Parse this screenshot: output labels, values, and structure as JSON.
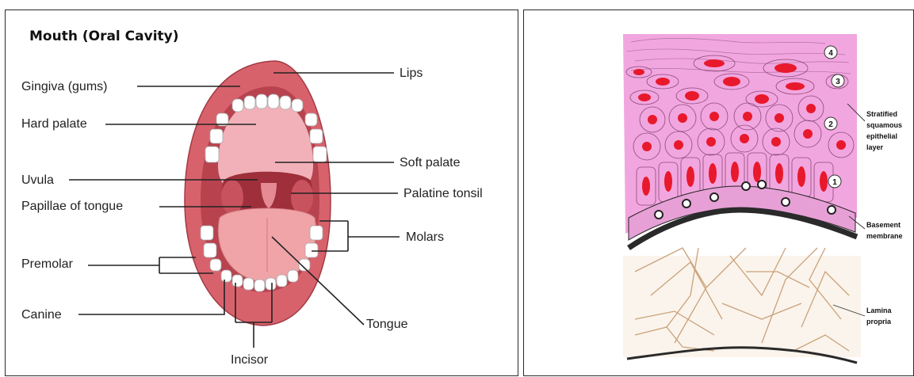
{
  "mouth_panel": {
    "title": "Mouth (Oral Cavity)",
    "labels": {
      "lips": "Lips",
      "gingiva": "Gingiva (gums)",
      "hard_palate": "Hard palate",
      "soft_palate": "Soft palate",
      "uvula": "Uvula",
      "palatine_tonsil": "Palatine tonsil",
      "papillae": "Papillae of tongue",
      "molars": "Molars",
      "premolar": "Premolar",
      "canine": "Canine",
      "tongue": "Tongue",
      "incisor": "Incisor"
    }
  },
  "epithelium_panel": {
    "layer_numbers": [
      "4",
      "3",
      "2",
      "1"
    ],
    "labels": {
      "stratified_line1": "Stratified",
      "stratified_line2": "squamous",
      "stratified_line3": "epithelial",
      "stratified_line4": "layer",
      "basement_line1": "Basement",
      "basement_line2": "membrane",
      "lamina_line1": "Lamina",
      "lamina_line2": "propria"
    },
    "colors": {
      "tissue_pink": "#f2a6df",
      "nucleus_red": "#e8192c",
      "fiber_tan": "#c9a27a",
      "membrane_dark": "#2a2a2a"
    }
  },
  "colors": {
    "lip_red": "#d8626c",
    "mouth_inner": "#b8434f",
    "palate_pink": "#f2b1b8",
    "tongue_pink": "#f0a4a8",
    "tooth_white": "#ffffff"
  }
}
